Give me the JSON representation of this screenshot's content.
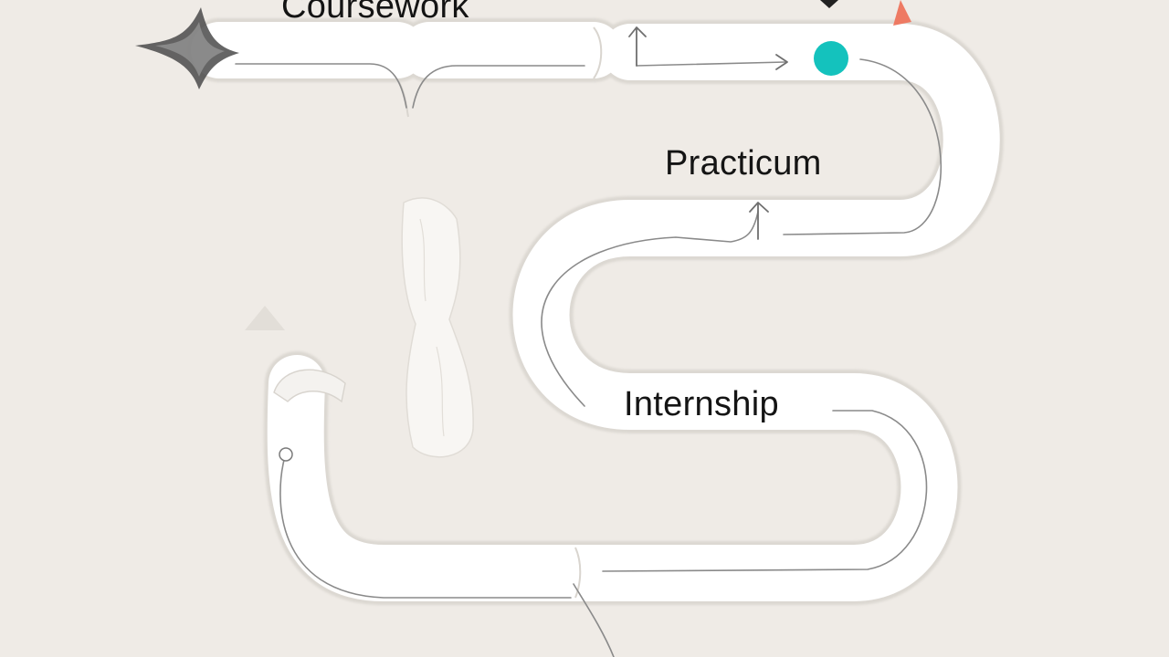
{
  "diagram": {
    "stages": [
      {
        "id": "coursework",
        "label": "Coursework"
      },
      {
        "id": "practicum",
        "label": "Practicum"
      },
      {
        "id": "internship",
        "label": "Internship"
      }
    ],
    "colors": {
      "background": "#efebe6",
      "road": "#ffffff",
      "road_edge": "#dcd8d2",
      "guide_line": "#8a8a8a",
      "marker": "#14c2bd",
      "accent": "#ee7a63",
      "dark_icon": "#3a3a3a"
    },
    "icons": [
      "start-star-icon",
      "pin-icon",
      "flag-icon",
      "marker-dot-icon",
      "arrow-icon",
      "triangle-icon"
    ]
  }
}
